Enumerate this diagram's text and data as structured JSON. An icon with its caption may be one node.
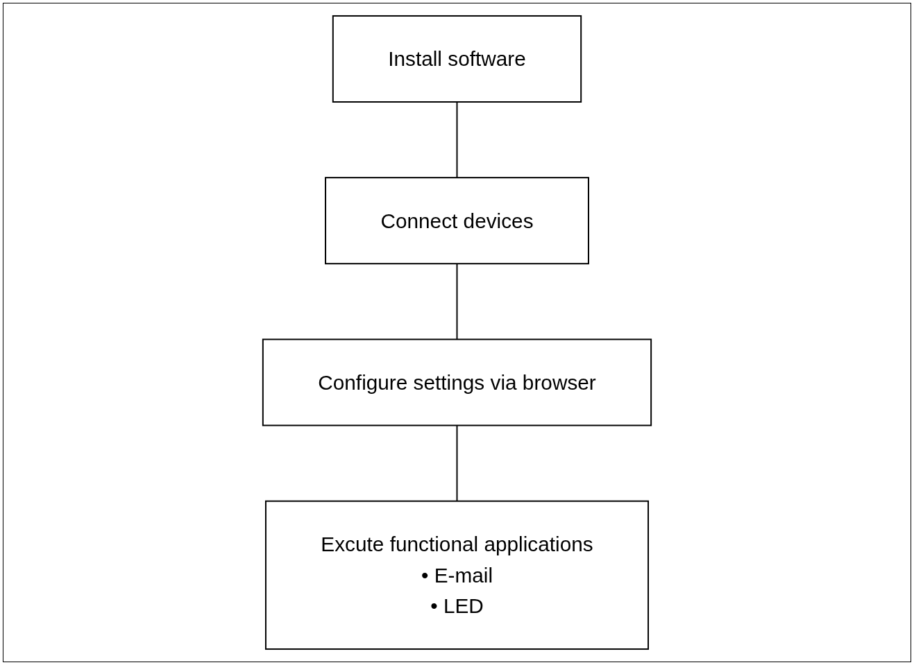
{
  "diagram": {
    "nodes": [
      {
        "text": [
          "Install software"
        ]
      },
      {
        "text": [
          "Connect devices"
        ]
      },
      {
        "text": [
          "Configure settings via browser"
        ]
      },
      {
        "text": [
          "Excute functional applications",
          "• E-mail",
          "• LED"
        ]
      }
    ],
    "edges": [
      {
        "from": 0,
        "to": 1,
        "arrow": "none"
      },
      {
        "from": 1,
        "to": 2,
        "arrow": "none"
      },
      {
        "from": 2,
        "to": 3,
        "arrow": "none"
      }
    ]
  }
}
